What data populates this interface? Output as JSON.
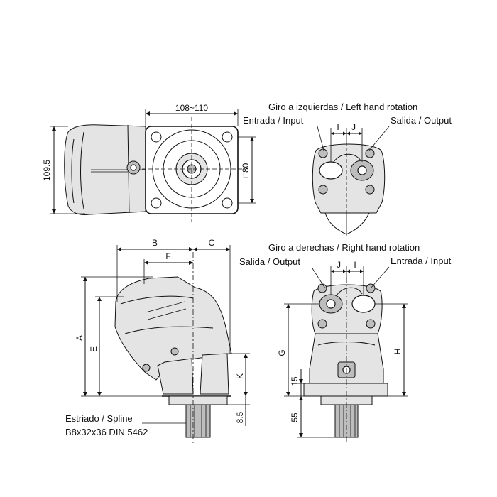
{
  "labels": {
    "left_hand_rotation": "Giro a izquierdas / Left hand rotation",
    "right_hand_rotation": "Giro a derechas / Right hand rotation",
    "inlet": "Entrada / Input",
    "outlet": "Salida / Output",
    "spline_line1": "Estriado / Spline",
    "spline_line2": "B8x32x36 DIN 5462"
  },
  "dimensions": {
    "width_range": "108~110",
    "height_overall": "109.5",
    "flange_square": "□80",
    "dim_i": "I",
    "dim_j": "J",
    "dim_a": "A",
    "dim_b": "B",
    "dim_c": "C",
    "dim_e": "E",
    "dim_f": "F",
    "dim_g": "G",
    "dim_h": "H",
    "dim_k": "K",
    "shaft_step": "8.5",
    "flange_step": "15",
    "shaft_length": "55"
  }
}
